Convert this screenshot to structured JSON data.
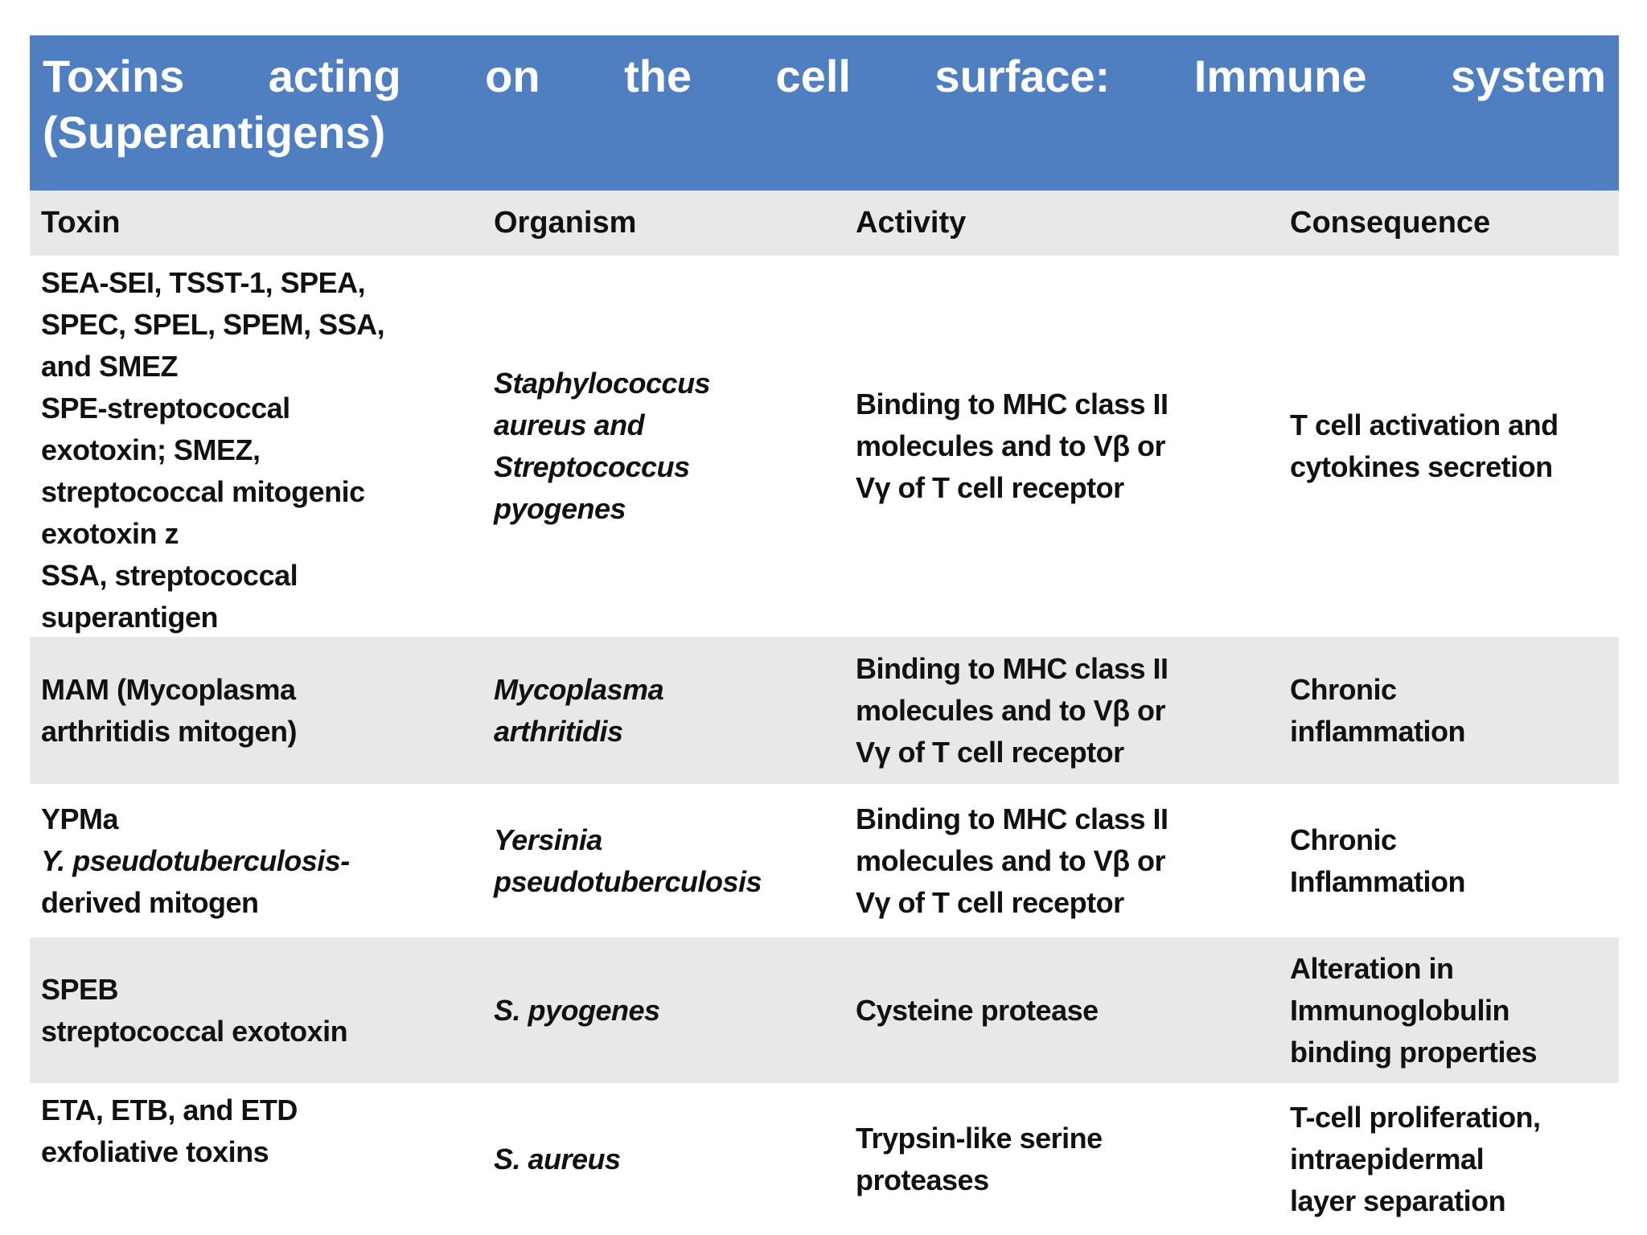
{
  "slide": {
    "background": "#ffffff"
  },
  "table": {
    "title_line1": "Toxins acting on the cell surface: Immune system",
    "title_line2": "(Superantigens)",
    "title_full": "Toxins acting on the cell surface: Immune system (Superantigens)",
    "colors": {
      "title_band_bg": "#4f7fc0",
      "title_text": "#ffffff",
      "band_gray": "#e8e8e8",
      "row_white": "#ffffff",
      "body_text": "#111111"
    },
    "columns": [
      "Toxin",
      "Organism",
      "Activity",
      "Consequence"
    ],
    "rows": [
      {
        "toxin_lines": [
          "SEA-SEI, TSST-1, SPEA,",
          "SPEC, SPEL, SPEM, SSA,",
          "and SMEZ",
          "SPE-streptococcal",
          "exotoxin; SMEZ,",
          "streptococcal mitogenic",
          "exotoxin z",
          "SSA, streptococcal",
          "superantigen"
        ],
        "organism_lines": [
          "Staphylococcus",
          "aureus and",
          "Streptococcus",
          "pyogenes"
        ],
        "activity_lines": [
          "Binding to MHC class II",
          "molecules and to Vβ or",
          "Vγ of T cell receptor"
        ],
        "consequence_lines": [
          "T cell activation and",
          "cytokines secretion"
        ]
      },
      {
        "toxin_lines": [
          "MAM (Mycoplasma",
          "arthritidis mitogen)"
        ],
        "organism_lines": [
          "Mycoplasma",
          "arthritidis"
        ],
        "activity_lines": [
          "Binding to MHC class II",
          "molecules and to Vβ or",
          "Vγ of T cell receptor"
        ],
        "consequence_lines": [
          "Chronic",
          "inflammation"
        ]
      },
      {
        "toxin_line1": "YPMa",
        "toxin_line2_italic": "Y. pseudotuberculosis-",
        "toxin_line3": "derived mitogen",
        "organism_lines": [
          "Yersinia",
          "pseudotuberculosis"
        ],
        "activity_lines": [
          "Binding to MHC class II",
          "molecules and to Vβ or",
          "Vγ of T cell receptor"
        ],
        "consequence_lines": [
          "Chronic",
          "Inflammation"
        ]
      },
      {
        "toxin_lines": [
          "SPEB",
          "streptococcal exotoxin"
        ],
        "organism_lines": [
          "S. pyogenes"
        ],
        "activity_lines": [
          "Cysteine protease"
        ],
        "consequence_lines": [
          "Alteration in",
          "Immunoglobulin",
          "binding properties"
        ]
      },
      {
        "toxin_lines": [
          "ETA, ETB, and ETD",
          "exfoliative toxins"
        ],
        "organism_lines": [
          "S. aureus"
        ],
        "activity_lines": [
          "Trypsin-like serine",
          "proteases"
        ],
        "consequence_lines": [
          "T-cell proliferation,",
          "intraepidermal",
          "layer separation"
        ]
      }
    ]
  }
}
